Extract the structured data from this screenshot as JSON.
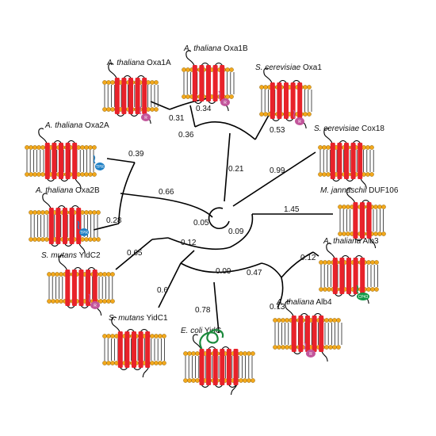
{
  "colors": {
    "helix": "#e8222a",
    "bead": "#f2a81c",
    "tail_line": "#222222",
    "ribosome": "#c2559b",
    "ribosome_text": "#f3b6dd",
    "srp": "#1e7fc4",
    "cpsrp": "#139a48",
    "ecoli_loop": "#1c8a3d"
  },
  "proteins": [
    {
      "id": "oxa1a",
      "genus": "A. thaliana",
      "name": "Oxa1A",
      "badge": "R"
    },
    {
      "id": "oxa1b",
      "genus": "A. thaliana",
      "name": "Oxa1B",
      "badge": "R"
    },
    {
      "id": "sc-oxa1",
      "genus": "S. cerevisiae",
      "name": "Oxa1",
      "badge": "R"
    },
    {
      "id": "oxa2a",
      "genus": "A. thaliana",
      "name": "Oxa2A",
      "badge": "TPR"
    },
    {
      "id": "cox18",
      "genus": "S. cerevisiae",
      "name": "Cox18",
      "badge": ""
    },
    {
      "id": "oxa2b",
      "genus": "A. thaliana",
      "name": "Oxa2B",
      "badge": "TPR"
    },
    {
      "id": "duf106",
      "genus": "M. jannaschii",
      "name": "DUF106",
      "badge": ""
    },
    {
      "id": "yidc2",
      "genus": "S. mutans",
      "name": "YidC2",
      "badge": "R"
    },
    {
      "id": "alb3",
      "genus": "A. thaliana",
      "name": "Alb3",
      "badge": "CP43"
    },
    {
      "id": "yidc1",
      "genus": "S. mutans",
      "name": "YidC1",
      "badge": ""
    },
    {
      "id": "alb4",
      "genus": "A. thaliana",
      "name": "Alb4",
      "badge": "R"
    },
    {
      "id": "ecoli-yidc",
      "genus": "E. coli",
      "name": "YidC",
      "badge": ""
    }
  ],
  "branch_lengths": {
    "oxa1a": "0.31",
    "oxa1b": "0.34",
    "oxa1a_oxa1b": "0.36",
    "sc_oxa1": "0.53",
    "oxa1_clade": "0.21",
    "cox18": "0.99",
    "oxa2a": "0.39",
    "oxa2b": "0.28",
    "oxa2_clade": "0.66",
    "oxa2_root": "0.05",
    "duf106": "1.45",
    "yidc2": "0.65",
    "yidc_group": "0.12",
    "yidc_root": "0.09",
    "inner": "0.09",
    "yidc1": "0.6",
    "ecoli": "0.78",
    "alb_clade": "0.47",
    "alb3": "0.12",
    "alb4": "0.13"
  }
}
